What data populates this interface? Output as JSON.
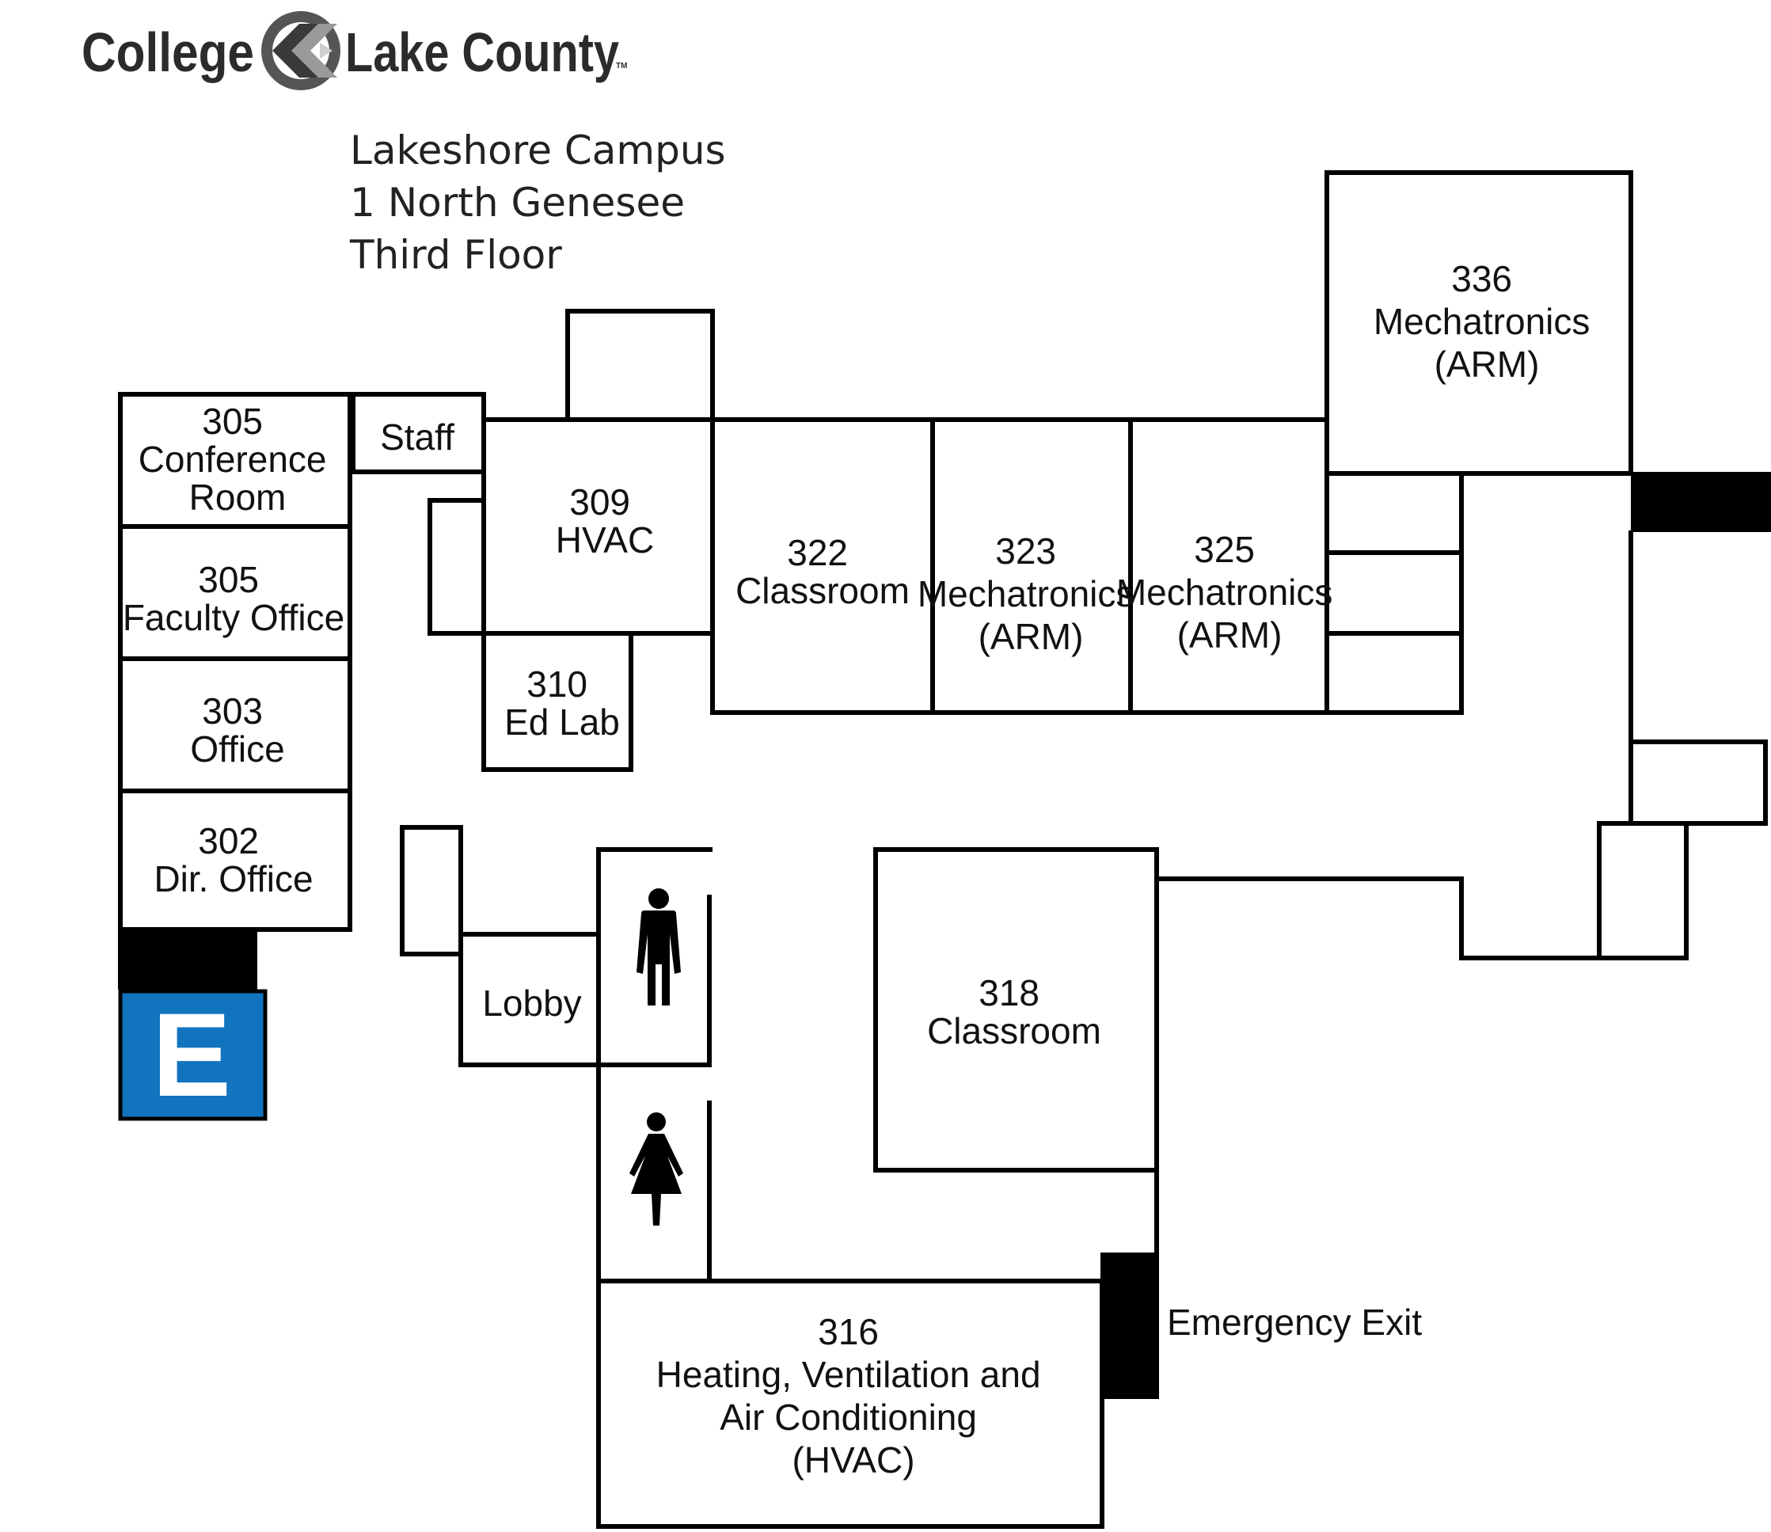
{
  "header": {
    "logo_left": "College",
    "logo_right": "Lake County",
    "logo_tm": "TM",
    "campus": "Lakeshore Campus",
    "address": "1 North Genesee",
    "floor": "Third Floor"
  },
  "rooms": {
    "r305_conf": [
      "305",
      "Conference",
      "Room"
    ],
    "staff": [
      "Staff"
    ],
    "r305_faculty": [
      "305",
      "Faculty Office"
    ],
    "r303": [
      "303",
      "Office"
    ],
    "r302": [
      "302",
      "Dir. Office"
    ],
    "r309": [
      "309",
      "HVAC"
    ],
    "r310": [
      "310",
      "Ed Lab"
    ],
    "r322": [
      "322",
      "Classroom"
    ],
    "r323": [
      "323",
      "Mechatronics",
      "(ARM)"
    ],
    "r325": [
      "325",
      "Mechatronics",
      "(ARM)"
    ],
    "r336": [
      "336",
      "Mechatronics",
      "(ARM)"
    ],
    "lobby": [
      "Lobby"
    ],
    "r318": [
      "318",
      "Classroom"
    ],
    "r316": [
      "316",
      "Heating, Ventilation and",
      "Air Conditioning",
      "(HVAC)"
    ]
  },
  "elevator": {
    "letter": "E",
    "color": "#1273bf"
  },
  "emergency_exit": "Emergency Exit",
  "icons": {
    "mens_restroom": "man-restroom-icon",
    "womens_restroom": "woman-restroom-icon"
  }
}
